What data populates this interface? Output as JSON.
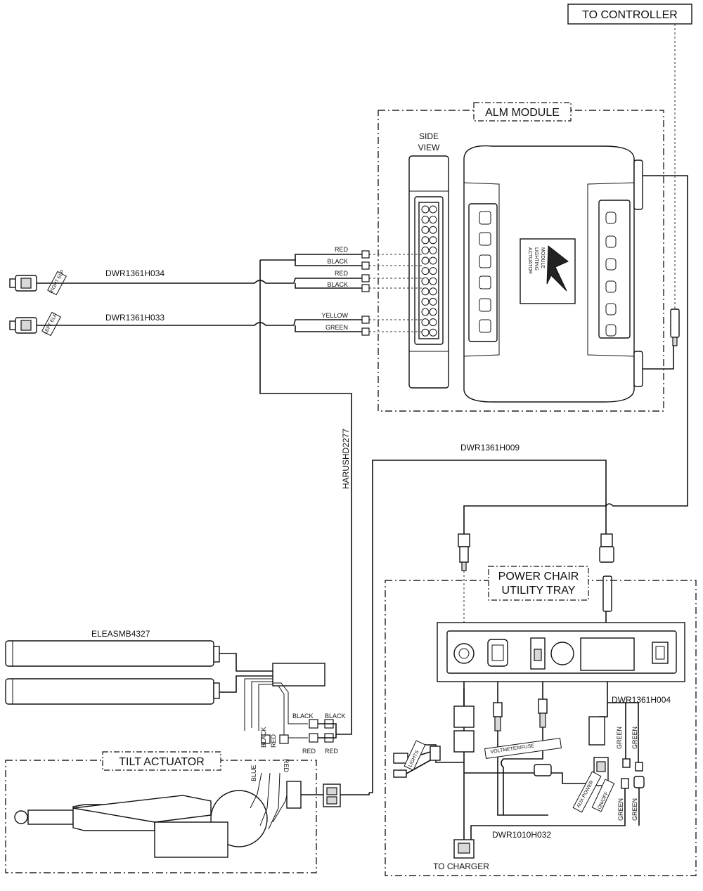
{
  "labels": {
    "to_controller": "TO CONTROLLER",
    "alm_module": "ALM MODULE",
    "side_view_1": "SIDE",
    "side_view_2": "VIEW",
    "module_label_1": "ACTUATOR",
    "module_label_2": "LIGHTING",
    "module_label_3": "MODULE",
    "right_cable": "DWR1361H034",
    "left_cable": "DWR1361H033",
    "right_elp": "RIGHT ELP",
    "left_elp": "LEFT ELP",
    "harness": "HARUSHD2277",
    "alm_to_tray": "DWR1361H009",
    "tray_1": "POWER CHAIR",
    "tray_2": "UTILITY TRAY",
    "actuator_asm": "ELEASMB4327",
    "tilt_actuator": "TILT ACTUATOR",
    "tray_harness": "DWR1361H004",
    "charger_harness": "DWR1010H032",
    "to_charger": "TO CHARGER",
    "voltmeter_fuse": "VOLTMETER/FUSE",
    "aux_power": "AUX POWER",
    "lights": "LIGHTS",
    "on_off": "ON/OFF"
  },
  "wire_colors": {
    "red_1": "RED",
    "black_1": "BLACK",
    "red_2": "RED",
    "black_2": "BLACK",
    "yellow": "YELLOW",
    "green": "GREEN",
    "tilt_black_1": "BLACK",
    "tilt_black_2": "BLACK",
    "tilt_red_1": "RED",
    "tilt_red_2": "RED",
    "tilt_black_3": "BLACK",
    "tilt_red_3": "RED",
    "tilt_blue": "BLUE",
    "tilt_red_4": "RED",
    "tray_green_1": "GREEN",
    "tray_green_2": "GREEN",
    "tray_green_3": "GREEN",
    "tray_green_4": "GREEN"
  }
}
